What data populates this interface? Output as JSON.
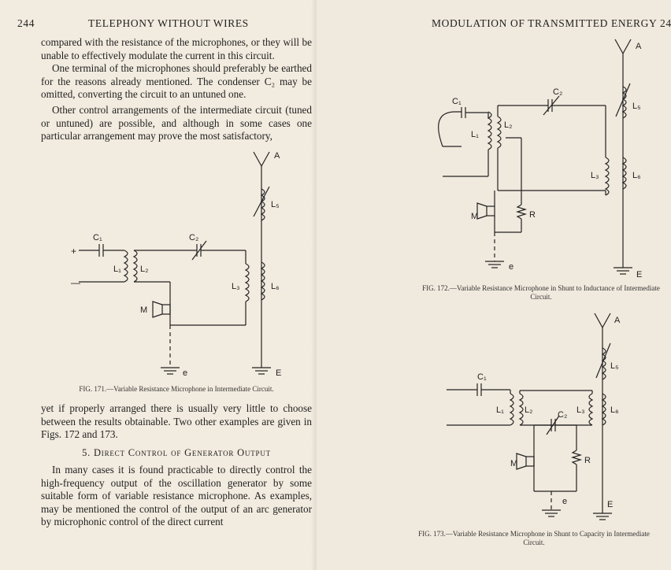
{
  "left_page": {
    "page_number": "244",
    "running_title": "TELEPHONY WITHOUT WIRES",
    "paragraphs": [
      "compared with the resistance of the microphones, or they will be unable to effectively modulate the current in this circuit.",
      "One terminal of the microphones should preferably be earthed for the reasons already mentioned. The condenser C₂ may be omitted, converting the circuit to an untuned one.",
      "Other control arrangements of the intermediate circuit (tuned or untuned) are possible, and although in some cases one particular arrangement may prove the most satisfactory,"
    ],
    "figure": {
      "caption": "FIG. 171.—Variable Resistance Microphone in Intermediate Circuit.",
      "labels": {
        "A": "A",
        "L5": "L₅",
        "C1": "C₁",
        "C2": "C₂",
        "L1": "L₁",
        "L2": "L₂",
        "L3": "L₃",
        "L6": "L₆",
        "plus": "+",
        "minus": "—",
        "M": "M",
        "e": "e",
        "E": "E"
      }
    },
    "after_figure": "yet if properly arranged there is usually very little to choose between the results obtainable. Two other examples are given in Figs. 172 and 173.",
    "section_heading": "5. Direct Control of Generator Output",
    "section_text": "In many cases it is found practicable to directly control the high-frequency output of the oscillation generator by some suitable form of variable resistance microphone. As examples, may be mentioned the control of the output of an arc generator by microphonic control of the direct current"
  },
  "right_page": {
    "running_title": "MODULATION OF TRANSMITTED ENERGY",
    "page_number": "24",
    "figure_172": {
      "caption": "FIG. 172.—Variable Resistance Microphone in Shunt to Inductance of Intermediate Circuit.",
      "labels": {
        "A": "A",
        "L5": "L₅",
        "C1": "C₁",
        "C2": "C₂",
        "L1": "L₁",
        "L2": "L₂",
        "L3": "L₃",
        "L6": "L₆",
        "M": "M",
        "R": "R",
        "e": "e",
        "E": "E"
      }
    },
    "figure_173": {
      "caption": "FIG. 173.—Variable Resistance Microphone in Shunt to Capacity in Intermediate Circuit.",
      "labels": {
        "A": "A",
        "L5": "L₅",
        "C1": "C₁",
        "C2": "C₂",
        "L1": "L₁",
        "L2": "L₂",
        "L3": "L₃",
        "L6": "L₆",
        "M": "M",
        "R": "R",
        "e": "e",
        "E": "E"
      }
    }
  }
}
